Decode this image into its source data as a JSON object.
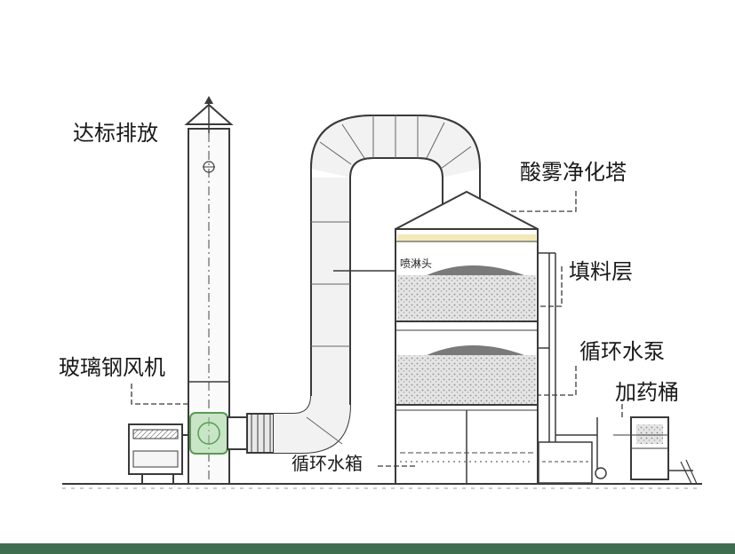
{
  "labels": {
    "exhaust": "达标排放",
    "tower": "酸雾净化塔",
    "packing": "填料层",
    "pump": "循环水泵",
    "fan": "玻璃钢风机",
    "dosing": "加药桶",
    "tank": "循环水箱",
    "spray": "喷淋头"
  },
  "colors": {
    "line": "#3a3a3a",
    "duct_fill": "#f2f2f2",
    "packing_fill": "#d9d9d9",
    "fan_green": "#9fd49a",
    "footer": "#3f6e4f"
  }
}
